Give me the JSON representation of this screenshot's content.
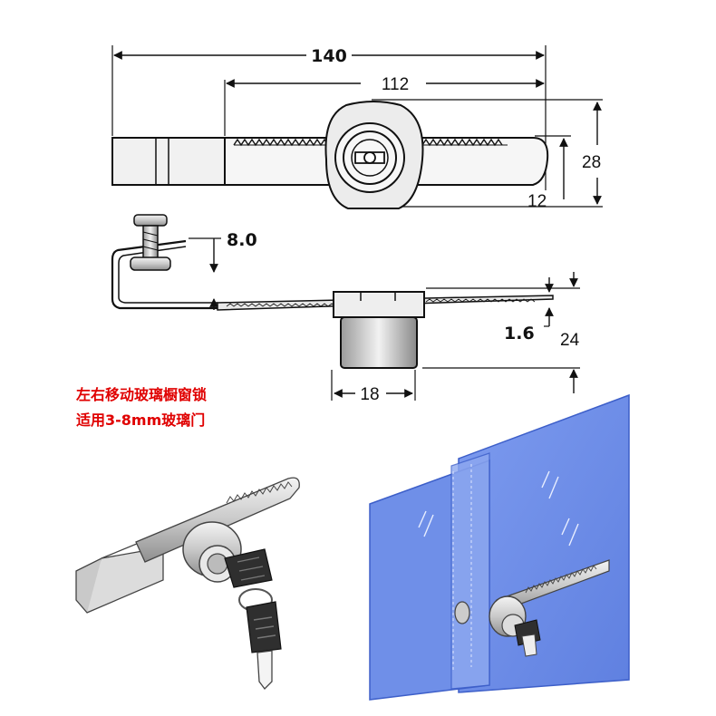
{
  "dimensions": {
    "overall_length": "140",
    "rack_length": "112",
    "height": "28",
    "offset": "12",
    "bracket_gap": "8.0",
    "plate_thickness": "1.6",
    "body_depth": "24",
    "body_width": "18"
  },
  "caption": {
    "line1": "左右移动玻璃橱窗锁",
    "line2": "适用3-8mm玻璃门"
  },
  "colors": {
    "caption": "#e00000",
    "glass": "#6f8fe8",
    "glass_edge": "#3d5fc9",
    "line": "#111111"
  }
}
